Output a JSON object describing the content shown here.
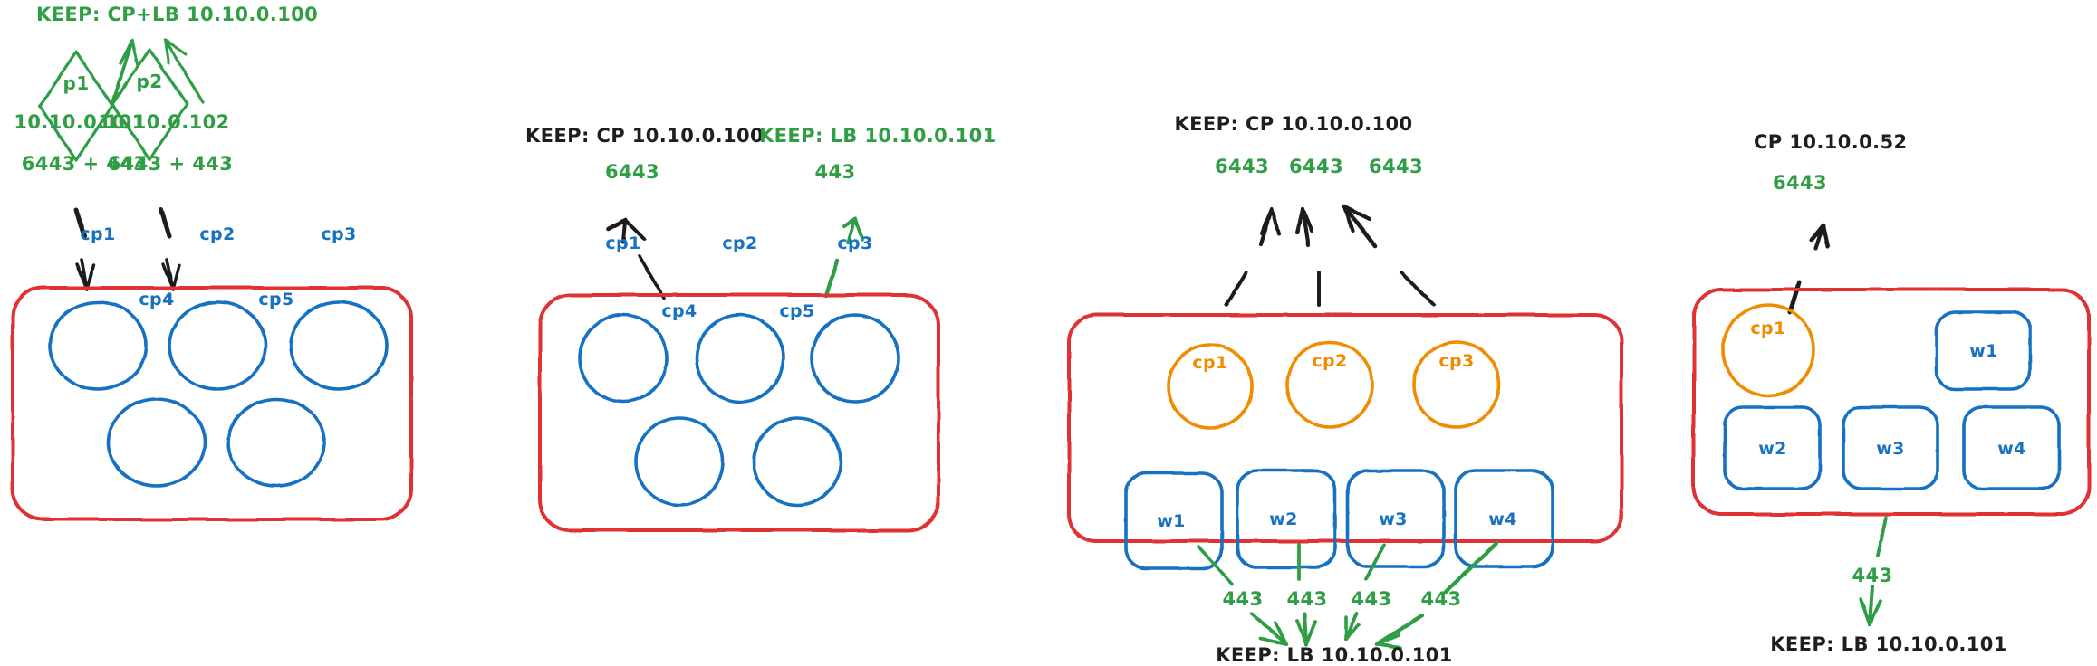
{
  "meta": {
    "title": "Kubernetes control-plane and load-balancer topology variants",
    "colors": {
      "green": "#2f9e44",
      "blue": "#1971c2",
      "orange": "#f08c00",
      "red": "#e03131",
      "black": "#1e1e1e",
      "background": "#ffffff"
    }
  },
  "panels": [
    {
      "id": "panel-1",
      "top_label": "KEEP: CP+LB 10.10.0.100",
      "top_label_color": "green",
      "proxies": [
        {
          "name": "p1",
          "ip": "10.10.0.101",
          "ports": "6443 + 443"
        },
        {
          "name": "p2",
          "ip": "10.10.0.102",
          "ports": "6443 + 443"
        }
      ],
      "cluster": {
        "control_planes": [
          "cp1",
          "cp2",
          "cp3",
          "cp4",
          "cp5"
        ],
        "workers": []
      },
      "bottom_label": "",
      "bottom_ports": []
    },
    {
      "id": "panel-2",
      "top_labels": [
        {
          "text": "KEEP: CP 10.10.0.100",
          "color": "black",
          "port": "6443",
          "port_color": "green",
          "arrow_color": "black"
        },
        {
          "text": "KEEP: LB 10.10.0.101",
          "color": "green",
          "port": "443",
          "port_color": "green",
          "arrow_color": "green"
        }
      ],
      "cluster": {
        "control_planes": [
          "cp1",
          "cp2",
          "cp3",
          "cp4",
          "cp5"
        ],
        "workers": []
      },
      "bottom_label": "",
      "bottom_ports": []
    },
    {
      "id": "panel-3",
      "top_label": "KEEP: CP 10.10.0.100",
      "top_label_color": "black",
      "top_ports": [
        "6443",
        "6443",
        "6443"
      ],
      "cluster": {
        "control_planes": [
          "cp1",
          "cp2",
          "cp3"
        ],
        "workers": [
          "w1",
          "w2",
          "w3",
          "w4"
        ]
      },
      "bottom_label": "KEEP: LB 10.10.0.101",
      "bottom_label_color": "black",
      "bottom_ports": [
        "443",
        "443",
        "443",
        "443"
      ]
    },
    {
      "id": "panel-4",
      "top_label": "CP 10.10.0.52",
      "top_label_color": "black",
      "top_ports": [
        "6443"
      ],
      "cluster": {
        "control_planes": [
          "cp1"
        ],
        "workers": [
          "w1",
          "w2",
          "w3",
          "w4"
        ]
      },
      "bottom_label": "KEEP: LB 10.10.0.101",
      "bottom_label_color": "black",
      "bottom_ports": [
        "443"
      ]
    }
  ]
}
